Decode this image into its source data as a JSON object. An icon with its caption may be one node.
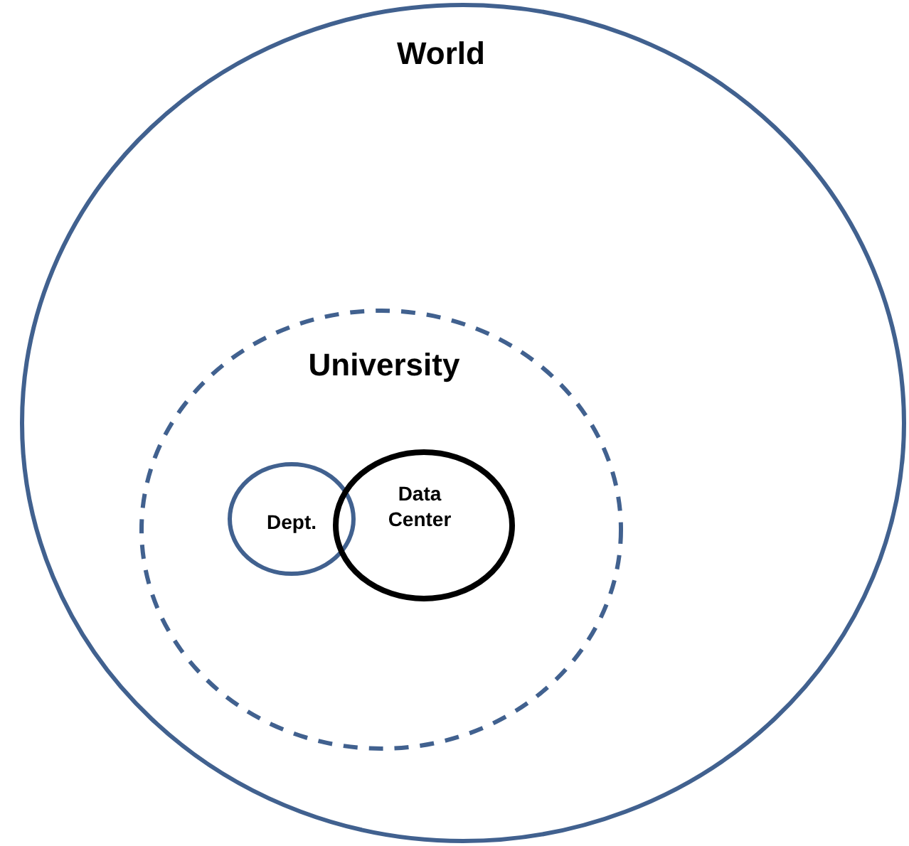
{
  "diagram": {
    "nodes": [
      {
        "text": [
          "World"
        ]
      },
      {
        "text": [
          "University"
        ],
        "in": 0
      },
      {
        "text": [
          "Dept."
        ],
        "in": 1
      },
      {
        "text": [
          "Data Center"
        ],
        "in": 1
      }
    ]
  }
}
